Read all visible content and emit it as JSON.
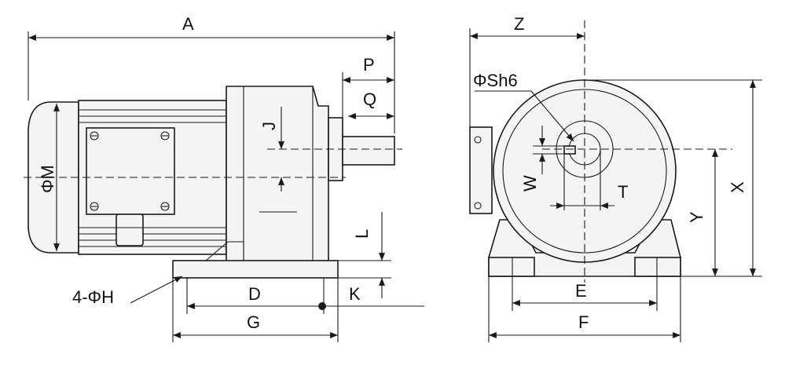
{
  "labels": {
    "A": "A",
    "P": "P",
    "Q": "Q",
    "J": "J",
    "PhiM": "ΦM",
    "L": "L",
    "K": "K",
    "D": "D",
    "G": "G",
    "holes": "4-ΦH",
    "Z": "Z",
    "PhiSh6": "ΦSh6",
    "W": "W",
    "T": "T",
    "X": "X",
    "Y": "Y",
    "E": "E",
    "F": "F"
  }
}
